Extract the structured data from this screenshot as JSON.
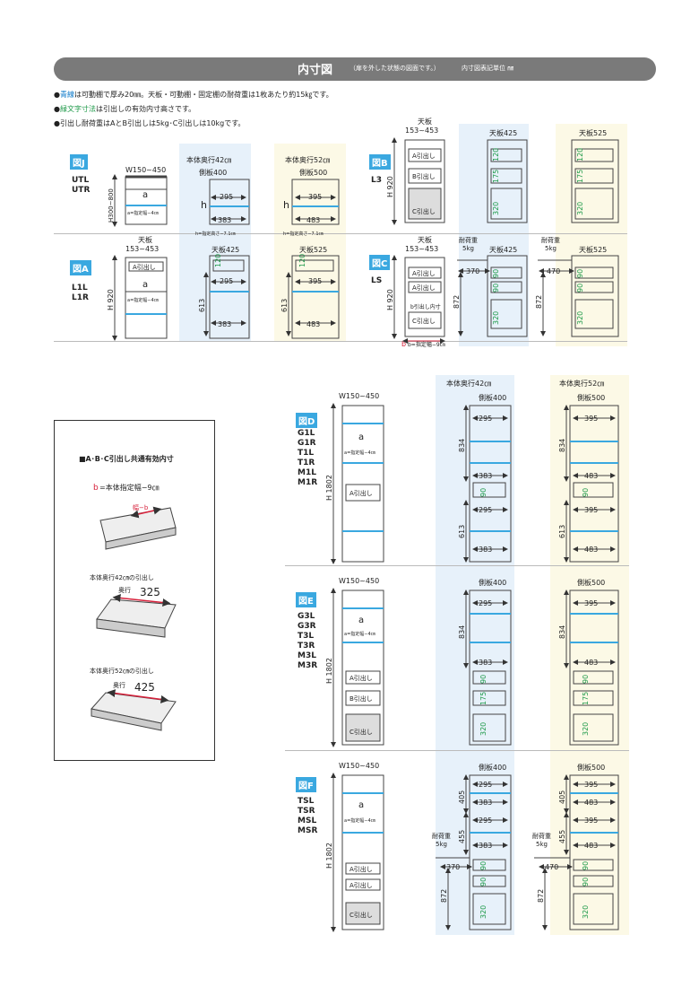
{
  "header": {
    "title": "内寸図",
    "subtitle": "（扉を外した状態の図面です。）",
    "unit": "内寸図表記単位 ㎜"
  },
  "notes": [
    {
      "pre": "●",
      "hl": "青線",
      "post": "は可動棚で厚み20㎜。天板・可動棚・固定棚の耐荷重は1枚あたり約15㎏です。"
    },
    {
      "pre": "●",
      "hl": "緑文字寸法",
      "post": "は引出しの有効内寸高さです。"
    },
    {
      "pre": "●",
      "hl": "",
      "post": "引出し耐荷重はAとB引出しは5kg･C引出しは10kgです。"
    }
  ],
  "figures": {
    "J": {
      "label": "図J",
      "models": "UTL\nUTR"
    },
    "A": {
      "label": "図A",
      "models": "L1L\nL1R"
    },
    "B": {
      "label": "図B",
      "models": "L3"
    },
    "C": {
      "label": "図C",
      "models": "LS"
    },
    "D": {
      "label": "図D",
      "models": "G1L\nG1R\nT1L\nT1R\nM1L\nM1R"
    },
    "E": {
      "label": "図E",
      "models": "G3L\nG3R\nT3L\nT3R\nM3L\nM3R"
    },
    "F": {
      "label": "図F",
      "models": "TSL\nTSR\nMSL\nMSR"
    }
  },
  "depth": {
    "d42": "本体奥行42㎝",
    "d52": "本体奥行52㎝",
    "side400": "側板400",
    "side500": "側板500",
    "top425": "天板425",
    "top525": "天板525",
    "top_label": "天板",
    "top_range": "153~453"
  },
  "dims": {
    "w": "W150~450",
    "h_j": "H300~800",
    "h920": "H 920",
    "h1802": "H 1802",
    "d295": "295",
    "d395": "395",
    "d383": "383",
    "d483": "483",
    "d120": "120",
    "d613": "613",
    "d175": "175",
    "d320": "320",
    "d90": "90",
    "d834": "834",
    "d405": "405",
    "d455": "455",
    "d872": "872",
    "d370": "370",
    "d470": "470",
    "h": "h",
    "a": "a",
    "a_note": "a=指定幅−4㎝",
    "h_note": "h=指定高さ−7.1㎝",
    "b": "b",
    "b_note": "b=指定幅−9㎝",
    "b_effective": "b引出し内寸"
  },
  "drawers": {
    "a": "A引出し",
    "b": "B引出し",
    "c": "C引出し"
  },
  "load": {
    "title": "耐荷重",
    "value": "5kg"
  },
  "inset": {
    "title": "■A･B･C引出し共通有効内寸",
    "b_label": "b",
    "b_text": "=本体指定幅−9㎝",
    "width_label": "幅−b",
    "d42_title": "本体奥行42㎝の引出し",
    "d42_label": "奥行",
    "d42_value": "325",
    "d52_title": "本体奥行52㎝の引出し",
    "d52_label": "奥行",
    "d52_value": "425"
  },
  "colors": {
    "blue": "#3aa8e0",
    "green": "#1f9a4a",
    "red": "#d6203a",
    "panel_blue": "#e7f1fa",
    "panel_yellow": "#fcf9e6"
  }
}
